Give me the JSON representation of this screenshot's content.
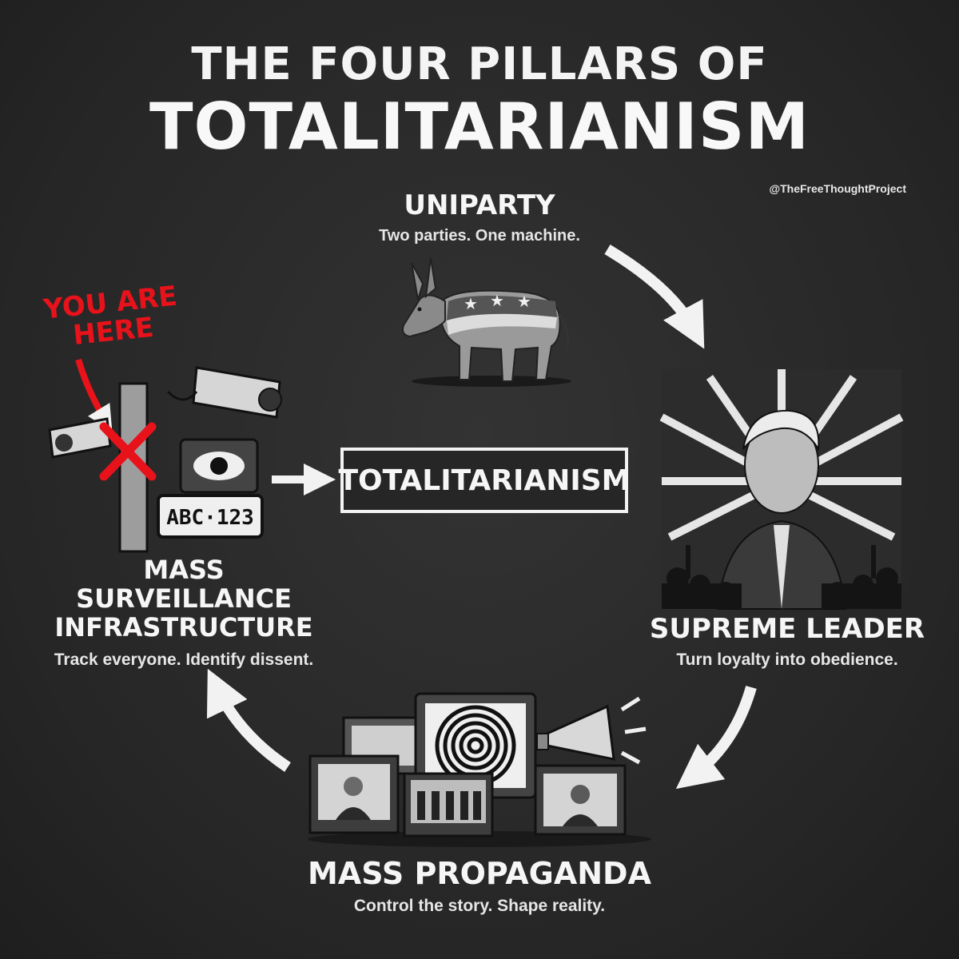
{
  "title": {
    "line1": "THE FOUR PILLARS OF",
    "line2": "TOTALITARIANISM"
  },
  "handle": "@TheFreeThoughtProject",
  "center": {
    "label": "TOTALITARIANISM"
  },
  "marker": {
    "label": "YOU ARE HERE",
    "color": "#e8121b"
  },
  "pillars": {
    "uniparty": {
      "title": "UNIPARTY",
      "subtitle": "Two parties. One machine."
    },
    "leader": {
      "title": "SUPREME LEADER",
      "subtitle": "Turn loyalty into obedience."
    },
    "propaganda": {
      "title": "MASS PROPAGANDA",
      "subtitle": "Control the story. Shape reality."
    },
    "surveillance": {
      "title_lines": [
        "MASS",
        "SURVEILLANCE",
        "INFRASTRUCTURE"
      ],
      "subtitle": "Track everyone. Identify dissent.",
      "plate": "ABC·123"
    }
  }
}
